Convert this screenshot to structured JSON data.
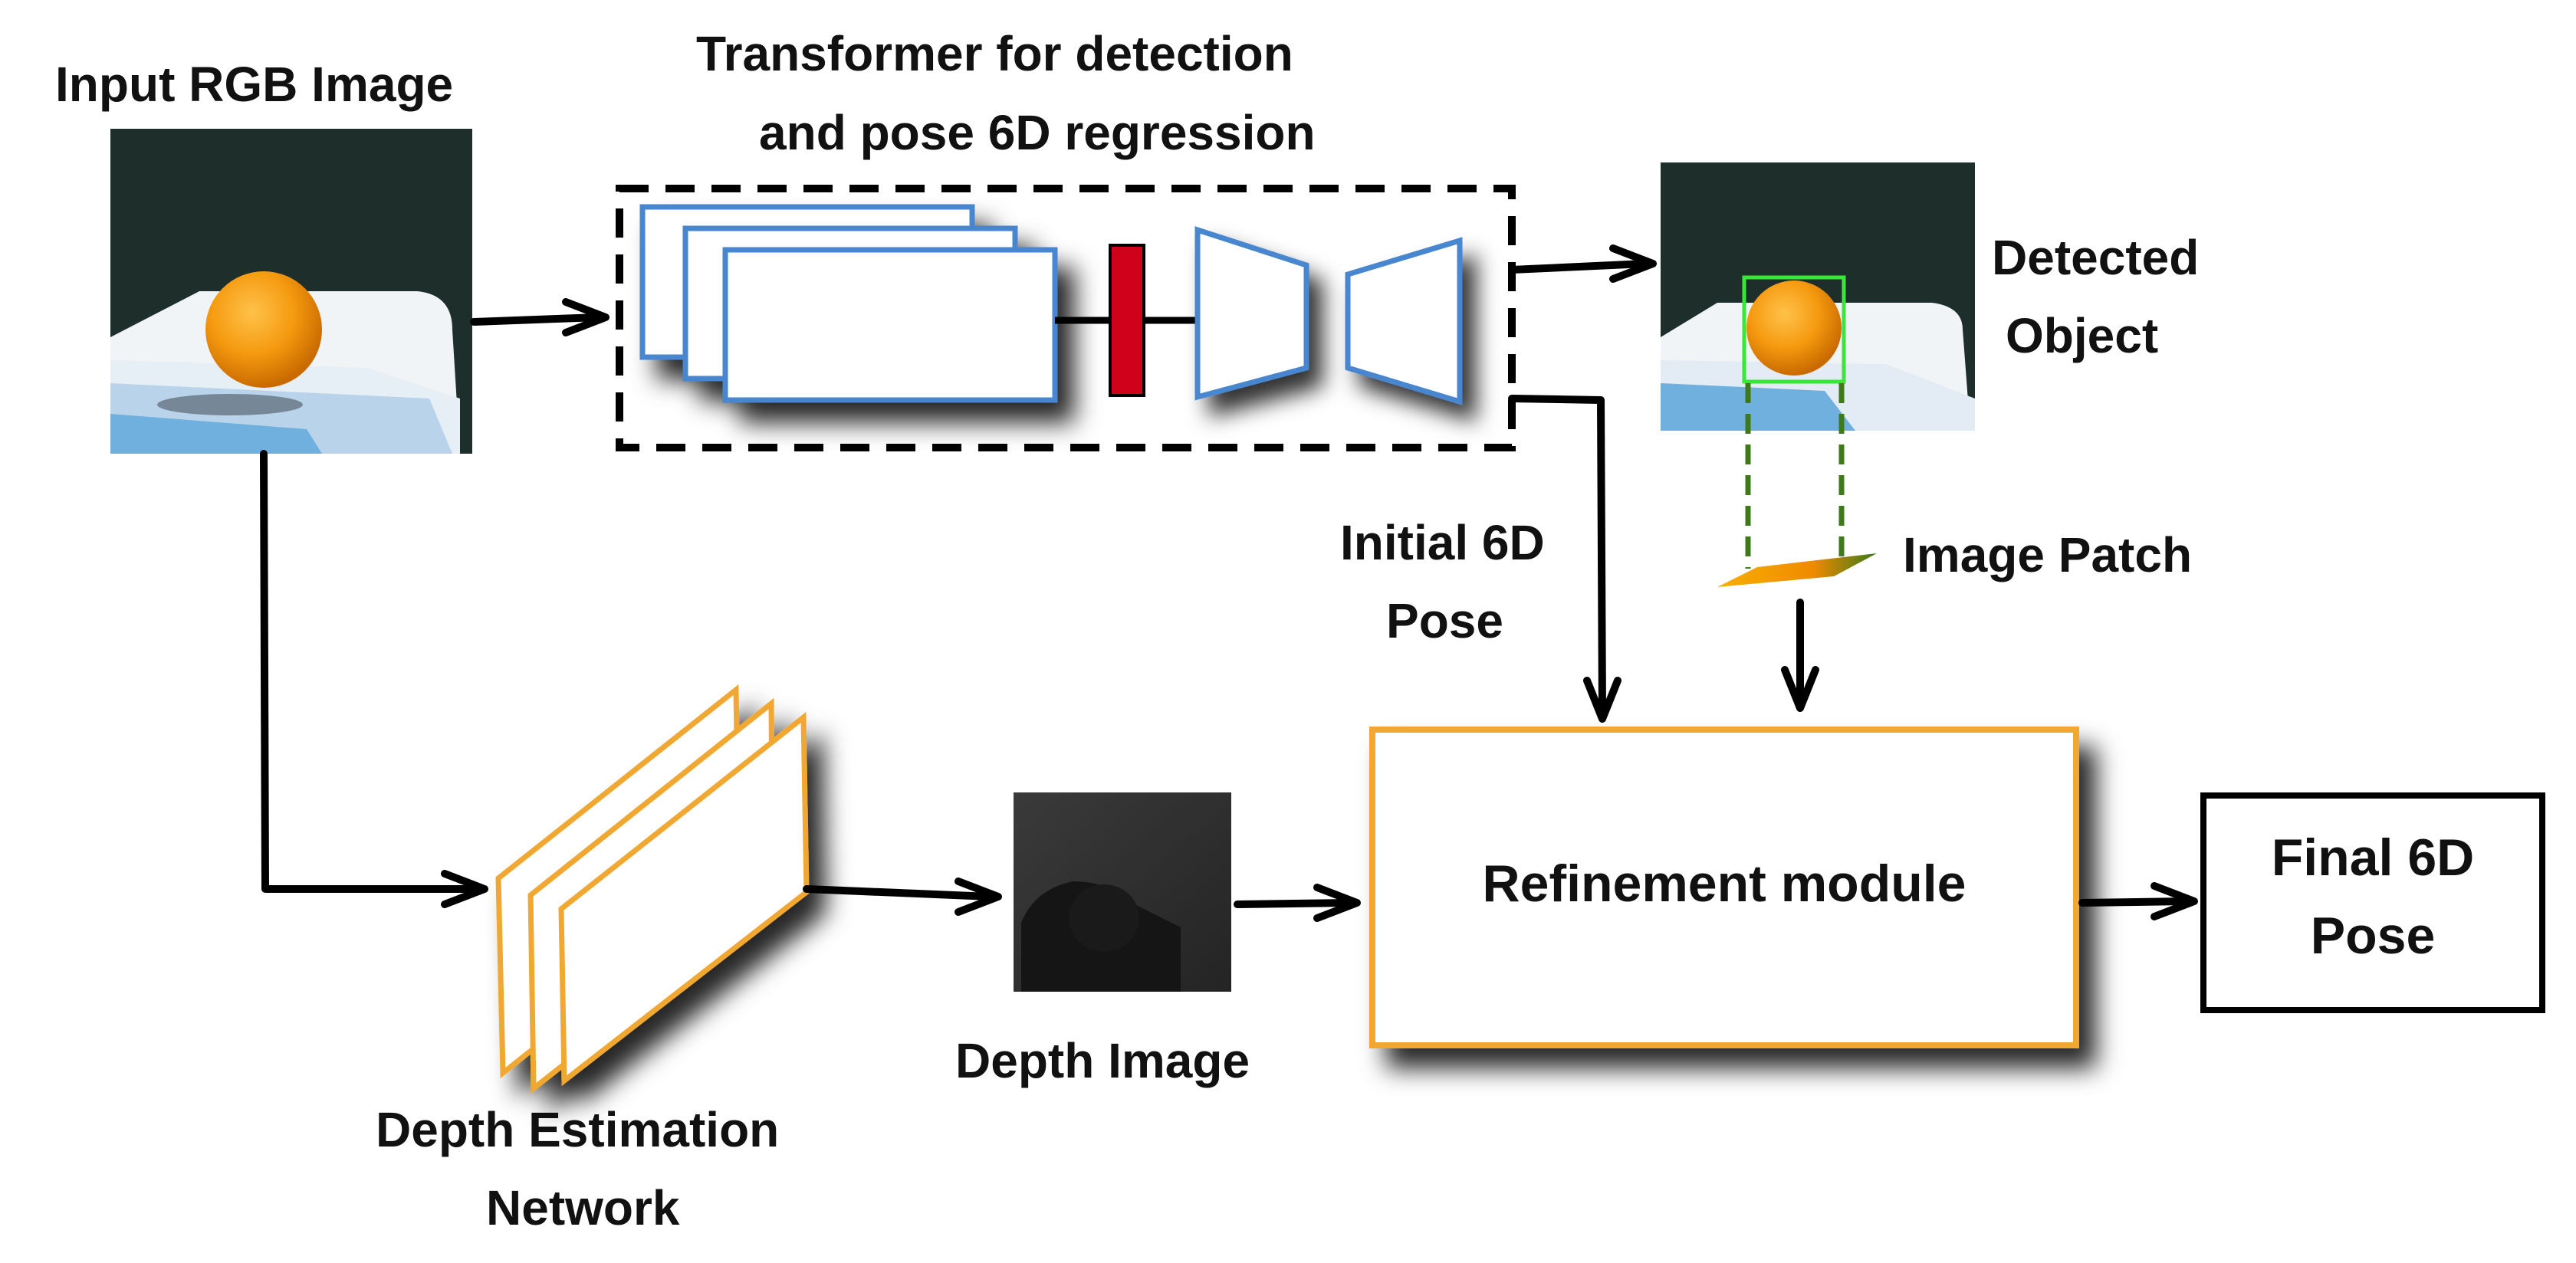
{
  "labels": {
    "input_rgb": "Input RGB Image",
    "transformer_line1": "Transformer for detection",
    "transformer_line2": "and pose 6D regression",
    "detected_line1": "Detected",
    "detected_line2": "Object",
    "initial_pose_line1": "Initial 6D",
    "initial_pose_line2": "Pose",
    "image_patch": "Image Patch",
    "refinement": "Refinement module",
    "final_line1": "Final 6D",
    "final_line2": "Pose",
    "depth_image": "Depth Image",
    "depth_net_line1": "Depth Estimation",
    "depth_net_line2": "Network"
  },
  "colors": {
    "arrow": "#000000",
    "transformer_block": "#4a86d0",
    "bottleneck_bar": "#d0021b",
    "depth_block": "#f0a830",
    "refinement_border": "#f0a830",
    "detection_box": "#39e639",
    "projection_lines": "#3f7a1a",
    "photo_background": "#1e2e2b",
    "orange_object": "#f59a10",
    "depth_map": "#262626"
  },
  "icons": {
    "input_image": "rgb-photo-orange-on-box",
    "detected_image": "photo-with-bounding-box",
    "patch": "cropped-patch",
    "depth": "grayscale-depth-map"
  }
}
